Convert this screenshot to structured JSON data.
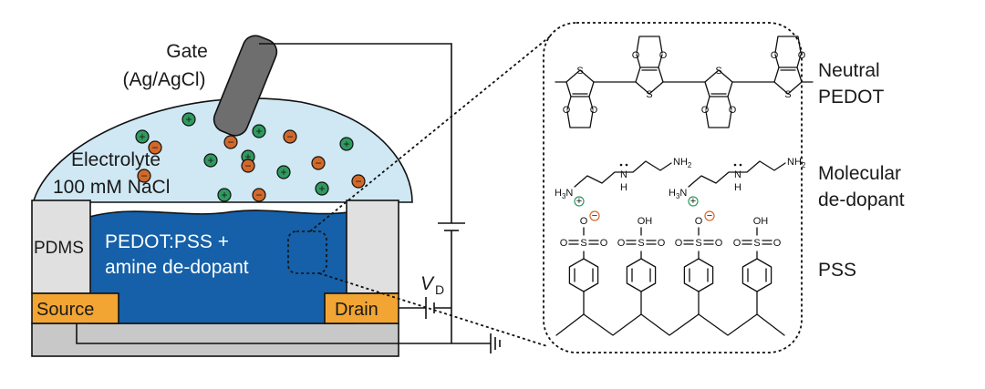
{
  "device": {
    "gate_label": "Gate",
    "gate_sub": "(Ag/AgCl)",
    "electrolyte_label": "Electrolyte",
    "electrolyte_sub": "100 mM NaCl",
    "pdms_label": "PDMS",
    "channel_label_1": "PEDOT:PSS +",
    "channel_label_2": "amine de-dopant",
    "source_label": "Source",
    "drain_label": "Drain",
    "vd_label": "V",
    "vd_sub": "D",
    "plus_sign": "+",
    "minus_sign": "−"
  },
  "chemistry": {
    "pedot_label_1": "Neutral",
    "pedot_label_2": "PEDOT",
    "dedopant_label_1": "Molecular",
    "dedopant_label_2": "de-dopant",
    "pss_label": "PSS",
    "atom_S": "S",
    "atom_O": "O",
    "atom_N": "N",
    "atom_H": "H",
    "atom_H3N": "H",
    "sub_3": "3",
    "atom_NH2": "NH",
    "sub_2": "2",
    "group_OH": "OH"
  },
  "colors": {
    "electrolyte": "#cfe8f4",
    "channel": "#1560a8",
    "pdms": "#e0e0e0",
    "contact": "#f2a533",
    "substrate": "#c8c8c8",
    "gate": "#6e6e6e",
    "cation": "#2e9a5e",
    "anion": "#d2692b"
  }
}
